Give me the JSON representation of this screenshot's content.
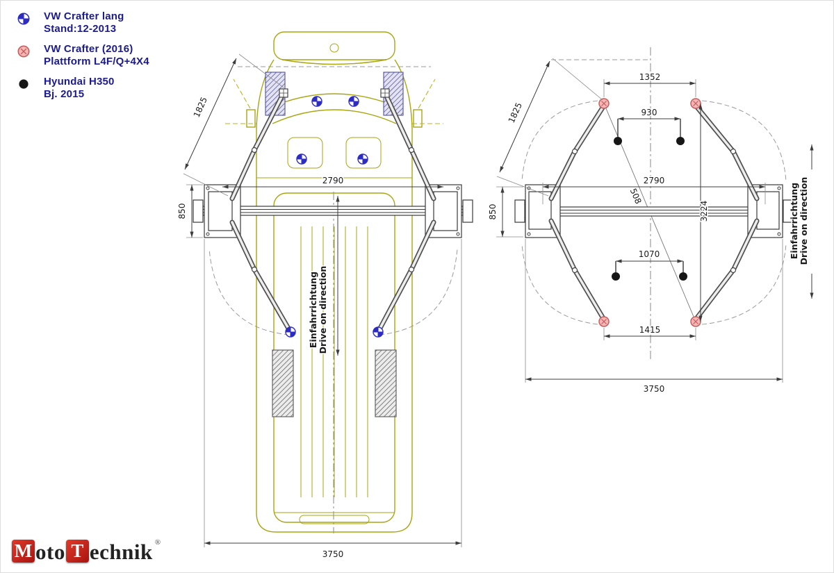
{
  "title": "Two-post lift vehicle layout drawing",
  "legend": {
    "text_color": "#1b1b8f",
    "items": [
      {
        "marker": "blue-cross-circle",
        "line1": "VW Crafter lang",
        "line2": "Stand:12-2013"
      },
      {
        "marker": "pink-circle-x",
        "line1": "VW Crafter (2016)",
        "line2": "Plattform L4F/Q+4X4"
      },
      {
        "marker": "black-dot",
        "line1": "Hyundai H350",
        "line2": "Bj. 2015"
      }
    ]
  },
  "left_diagram": {
    "dim_arm_reach": "1825",
    "dim_post_spacing": "2790",
    "dim_base_depth": "850",
    "dim_overall_width": "3750",
    "drive_de": "Einfahrrichtung",
    "drive_en": "Drive on direction"
  },
  "right_diagram": {
    "dim_arm_reach": "1825",
    "dim_front_pad_spacing": "1352",
    "dim_front_point_spacing": "930",
    "dim_post_spacing": "2790",
    "dim_offset": "508",
    "dim_point_length": "3224",
    "dim_rear_point_spacing": "1070",
    "dim_rear_pad_spacing": "1415",
    "dim_base_depth": "850",
    "dim_overall_width": "3750",
    "drive_de": "Einfahrrichtung",
    "drive_en": "Drive on direction"
  },
  "logo": {
    "box1": "M",
    "word1": "oto",
    "box2": "T",
    "word2": "echnik",
    "reg": "®"
  },
  "colors": {
    "van_outline": "#a9a513",
    "lift_lines": "#3a3a3a",
    "marker_blue": "#2d2dc4",
    "marker_pink": "#f6b6b6",
    "marker_black": "#161616",
    "legend_text": "#1b1b8f",
    "logo_red": "#c4281e"
  }
}
